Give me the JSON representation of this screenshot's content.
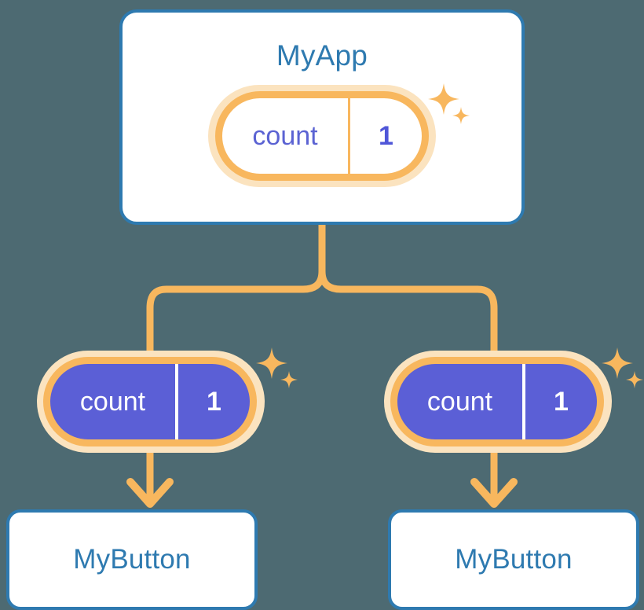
{
  "diagram": {
    "type": "component-state-tree",
    "background_color": "#4d6a72",
    "palette": {
      "card_border": "#2e7ab0",
      "card_fill": "#ffffff",
      "title_text": "#2e7ab0",
      "wire": "#f8b75e",
      "pill_ring": "#f8b75e",
      "pill_halo": "#fbe3bf",
      "pill_fill_active": "#5b5fd6",
      "value_text_top": "#4f56d8",
      "value_text_sub": "#ffffff"
    }
  },
  "root": {
    "title": "MyApp",
    "state": {
      "key": "count",
      "value": "1"
    },
    "sparkle_icon": "sparkle-icon"
  },
  "children": [
    {
      "state": {
        "key": "count",
        "value": "1"
      },
      "sparkle_icon": "sparkle-icon",
      "card_label": "MyButton",
      "connector_icon": "arrow-down-icon"
    },
    {
      "state": {
        "key": "count",
        "value": "1"
      },
      "sparkle_icon": "sparkle-icon",
      "card_label": "MyButton",
      "connector_icon": "arrow-down-icon"
    }
  ]
}
